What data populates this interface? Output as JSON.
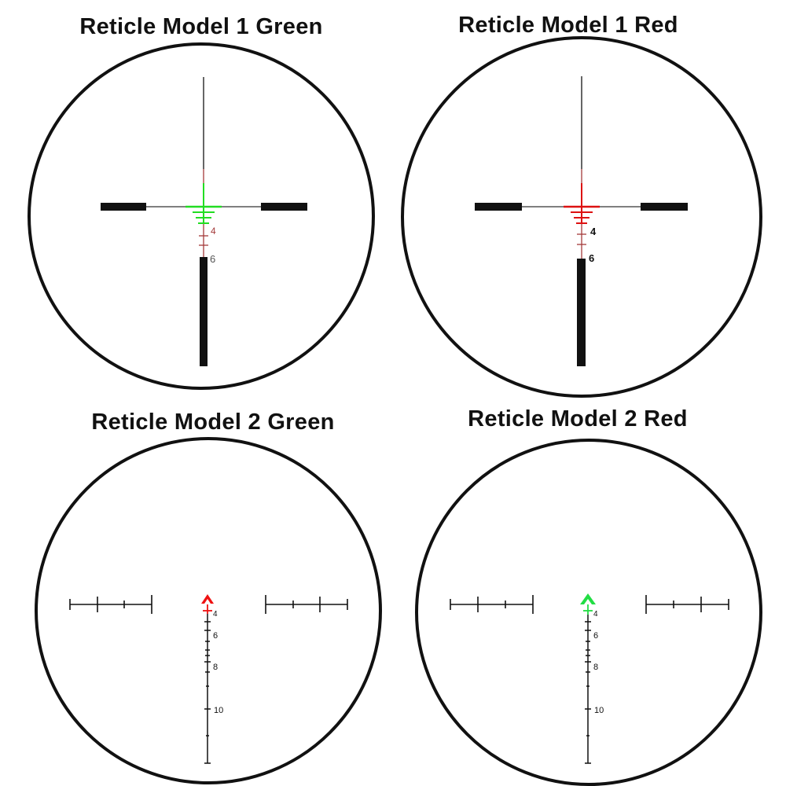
{
  "panels": [
    {
      "title": "Reticle Model 1 Green",
      "model": 1,
      "center_color": "#22dd22",
      "label_4": "4",
      "label_6": "6"
    },
    {
      "title": "Reticle Model 1 Red",
      "model": 1,
      "center_color": "#dd1111",
      "label_4": "4",
      "label_6": "6"
    },
    {
      "title": "Reticle Model 2 Green",
      "model": 2,
      "center_color": "#ee1111",
      "labels": [
        "4",
        "6",
        "8",
        "10"
      ]
    },
    {
      "title": "Reticle Model 2 Red",
      "model": 2,
      "center_color": "#22dd44",
      "labels": [
        "4",
        "6",
        "8",
        "10"
      ]
    }
  ],
  "colors": {
    "ring": "#111111",
    "reticle": "#111111",
    "thin_red": "#a33a3a"
  }
}
